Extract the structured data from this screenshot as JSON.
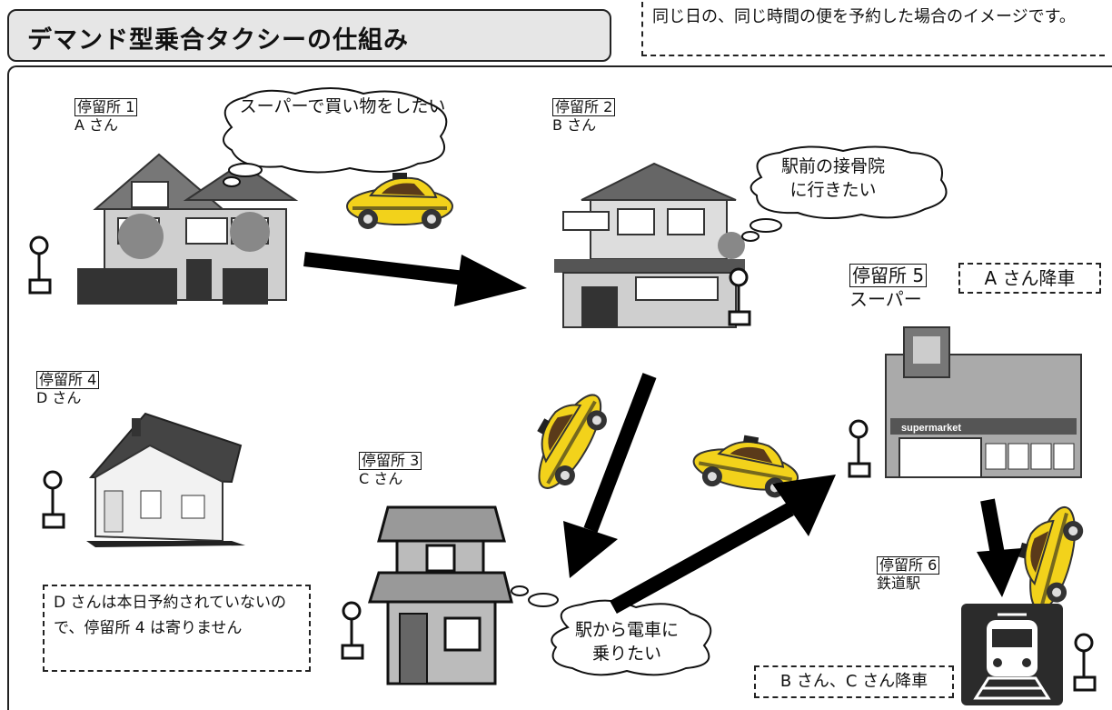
{
  "title": "デマンド型乗合タクシーの仕組み",
  "note_top": "同じ日の、同じ時間の便を予約した場合のイメージです。",
  "stops": {
    "s1": {
      "label": "停留所 1",
      "person": "A さん"
    },
    "s2": {
      "label": "停留所 2",
      "person": "B さん"
    },
    "s3": {
      "label": "停留所 3",
      "person": "C さん"
    },
    "s4": {
      "label": "停留所 4",
      "person": "D さん"
    },
    "s5": {
      "label": "停留所 5",
      "place": "スーパー"
    },
    "s6": {
      "label": "停留所 6",
      "place": "鉄道駅"
    }
  },
  "bubbles": {
    "a": "スーパーで買い物をしたい",
    "b": "駅前の接骨院に行きたい",
    "c": "駅から電車に乗りたい"
  },
  "boxes": {
    "a_off": "A さん降車",
    "bc_off": "B さん、C さん降車",
    "d_note": "D さんは本日予約されていないので、停留所 4 は寄りません"
  },
  "supermarket_sign": "supermarket",
  "icons": [
    "bus-stop-icon",
    "house-icon",
    "taxi-icon",
    "supermarket-icon",
    "train-icon",
    "arrow-icon"
  ],
  "colors": {
    "taxi": "#f2d21b",
    "arrow": "#000000",
    "title_bg": "#e6e6e6"
  }
}
